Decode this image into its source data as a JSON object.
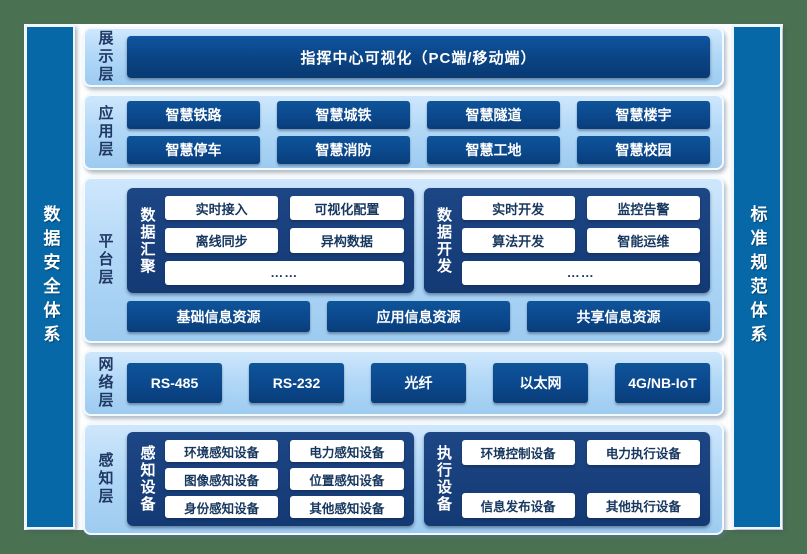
{
  "colors": {
    "frame_green": "#4a7152",
    "pillar_blue": "#0768a8",
    "panel_light_blue": "#b2d8f7",
    "button_navy": "#0b488d",
    "group_block_navy": "#173e78",
    "label_navy": "#1f3864",
    "white_button_text": "#17375e"
  },
  "sidebars": {
    "left": "数据安全体系",
    "right": "标准规范体系"
  },
  "layers": {
    "display": {
      "label": "展示层",
      "main_bar": "指挥中心可视化（PC端/移动端）"
    },
    "application": {
      "label": "应用层",
      "items": [
        "智慧铁路",
        "智慧城铁",
        "智慧隧道",
        "智慧楼宇",
        "智慧停车",
        "智慧消防",
        "智慧工地",
        "智慧校园"
      ]
    },
    "platform": {
      "label": "平台层",
      "groups": [
        {
          "title": "数据汇聚",
          "items": [
            "实时接入",
            "可视化配置",
            "离线同步",
            "异构数据"
          ],
          "more": "……"
        },
        {
          "title": "数据开发",
          "items": [
            "实时开发",
            "监控告警",
            "算法开发",
            "智能运维"
          ],
          "more": "……"
        }
      ],
      "resources": [
        "基础信息资源",
        "应用信息资源",
        "共享信息资源"
      ]
    },
    "network": {
      "label": "网络层",
      "items": [
        "RS-485",
        "RS-232",
        "光纤",
        "以太网",
        "4G/NB-IoT"
      ]
    },
    "perception": {
      "label": "感知层",
      "groups": [
        {
          "title": "感知设备",
          "items": [
            "环境感知设备",
            "电力感知设备",
            "图像感知设备",
            "位置感知设备",
            "身份感知设备",
            "其他感知设备"
          ]
        },
        {
          "title": "执行设备",
          "items": [
            "环境控制设备",
            "电力执行设备",
            "信息发布设备",
            "其他执行设备"
          ]
        }
      ]
    }
  }
}
